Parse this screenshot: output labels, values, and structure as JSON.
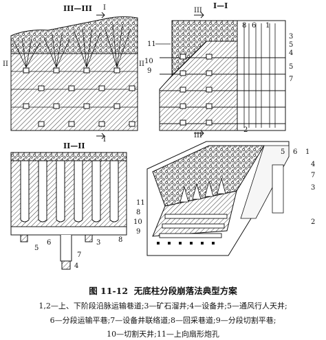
{
  "figure": {
    "number": "图 11-12",
    "title": "无底柱分段崩落法典型方案",
    "legend_lines": [
      "1,2—上、下阶段沿脉运输巷道;3—矿石溜井;4—设备井;5—通风行人天井;",
      "6—分段运输平巷;7—设备井联络道;8—回采巷道;9—分段切割平巷;",
      "10—切割天井;11—上向扇形炮孔"
    ]
  },
  "views": {
    "top_left": {
      "section": "III—III",
      "mark_i": "I",
      "mark_ii": "II"
    },
    "top_right": {
      "section": "I—I",
      "mark_iii": "III"
    },
    "bottom_left": {
      "section": "II—II"
    },
    "bottom_right": {}
  },
  "labels": {
    "n1": "1",
    "n2": "2",
    "n3": "3",
    "n4": "4",
    "n5": "5",
    "n6": "6",
    "n7": "7",
    "n8": "8",
    "n9": "9",
    "n10": "10",
    "n11": "11"
  },
  "colors": {
    "ink": "#111111",
    "paper": "#ffffff",
    "rubble": "#e9e9e9"
  }
}
